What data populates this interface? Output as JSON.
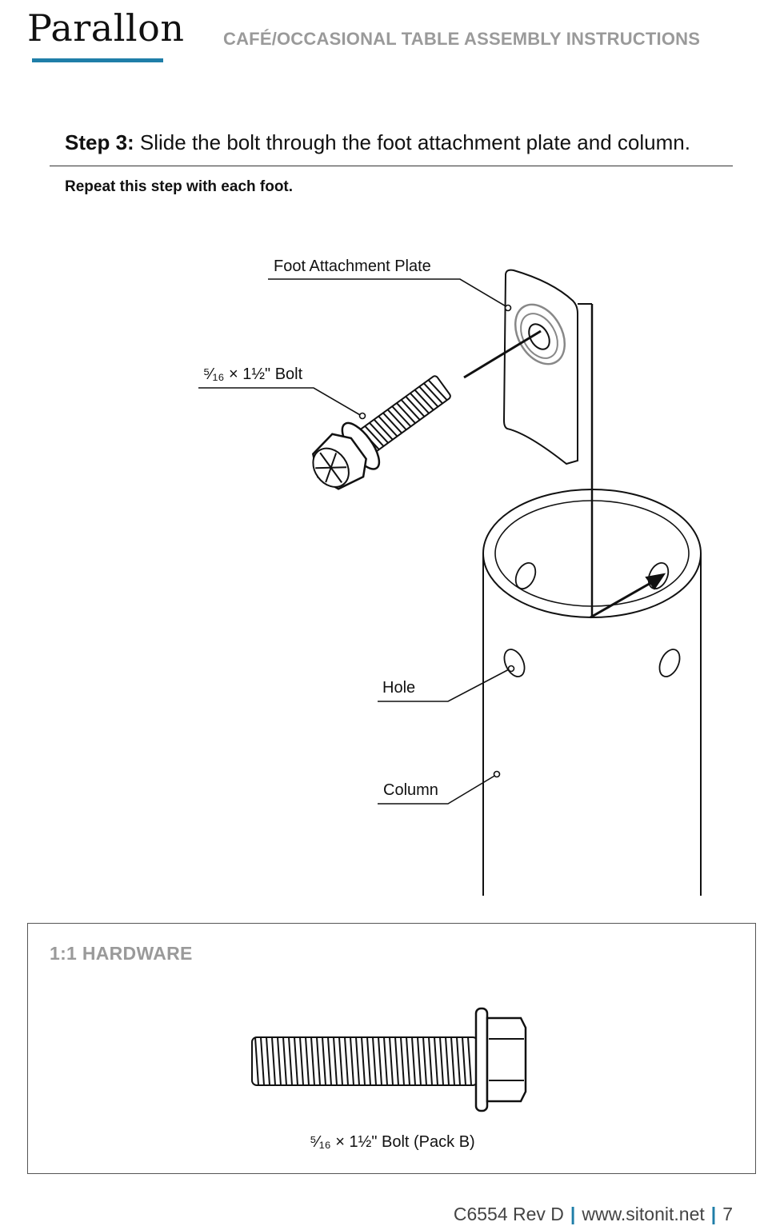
{
  "header": {
    "logo": "Parallon",
    "title": "CAFÉ/OCCASIONAL TABLE ASSEMBLY INSTRUCTIONS"
  },
  "step": {
    "label": "Step 3:",
    "text": " Slide the bolt through the foot attachment plate and column.",
    "note": "Repeat this step with each foot."
  },
  "diagram": {
    "callouts": {
      "plate": "Foot Attachment Plate",
      "bolt": "⁵⁄₁₆ × 1½\" Bolt",
      "hole": "Hole",
      "column": "Column"
    }
  },
  "hardware": {
    "title": "1:1 HARDWARE",
    "caption": "⁵⁄₁₆ × 1½\" Bolt (Pack B)"
  },
  "footer": {
    "doc": "C6554 Rev D",
    "separator": "|",
    "url": "www.sitonit.net",
    "page": "7"
  },
  "colors": {
    "accent": "#1f7ea8",
    "muted": "#9a9a9a",
    "line": "#111111"
  }
}
